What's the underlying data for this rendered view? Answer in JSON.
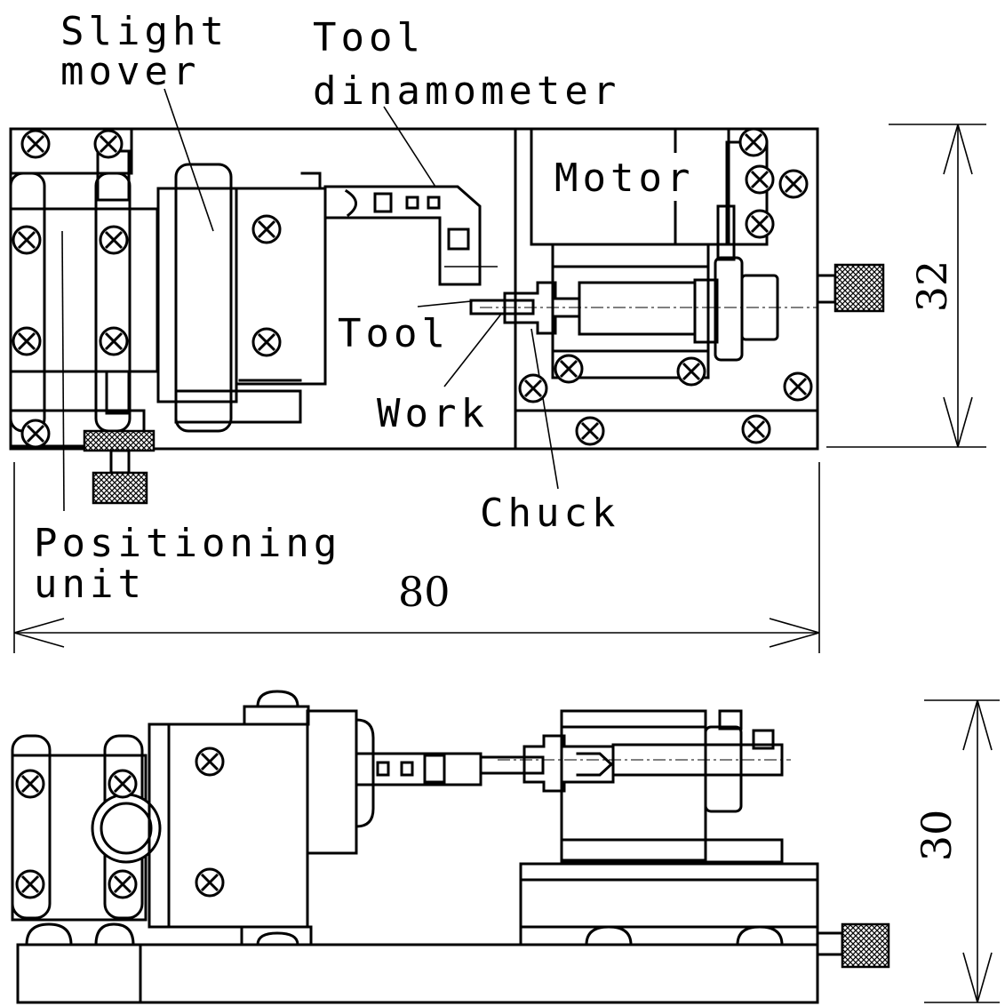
{
  "labels": {
    "slight_mover_1": "Slight",
    "slight_mover_2": "mover",
    "tool_dinamometer_1": "Tool",
    "tool_dinamometer_2": "dinamometer",
    "motor": "Motor",
    "tool": "Tool",
    "work": "Work",
    "chuck": "Chuck",
    "positioning_unit_1": "Positioning",
    "positioning_unit_2": "unit"
  },
  "dimensions": {
    "width": "80",
    "top_height": "32",
    "side_height": "30"
  }
}
